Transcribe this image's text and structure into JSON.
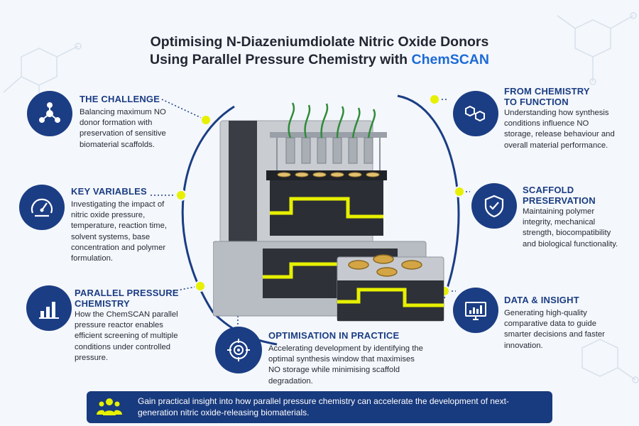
{
  "header": {
    "title_line1": "Optimising N-Diazeniumdiolate Nitric Oxide Donors",
    "title_line2_prefix": "Using Parallel Pressure Chemistry with",
    "title_line2_brand": "ChemSCAN"
  },
  "panels": {
    "challenge": {
      "title": "THE CHALLENGE",
      "text": "Balancing maximum NO donor formation with preservation of sensitive biomaterial scaffolds.",
      "icon": "molecule-icon"
    },
    "key_variables": {
      "title": "KEY VARIABLES",
      "text": "Investigating the impact of nitric oxide pressure, temperature, reaction time, solvent systems, base concentration and polymer formulation.",
      "icon": "gauge-icon"
    },
    "parallel_pressure": {
      "title_line1": "PARALLEL PRESSURE",
      "title_line2": "CHEMISTRY",
      "text": "How the ChemSCAN parallel pressure reactor enables efficient screening of multiple conditions under controlled pressure.",
      "icon": "bar-chart-icon"
    },
    "optimisation": {
      "title": "OPTIMISATION IN PRACTICE",
      "text": "Accelerating development by identifying the optimal synthesis window that maximises NO storage while minimising scaffold degradation.",
      "icon": "target-icon"
    },
    "chemistry_function": {
      "title_line1": "FROM CHEMISTRY",
      "title_line2": "TO FUNCTION",
      "text": "Understanding how synthesis conditions influence NO storage, release behaviour and overall material performance.",
      "icon": "hexagon-rings-icon"
    },
    "scaffold": {
      "title_line1": "SCAFFOLD",
      "title_line2": "PRESERVATION",
      "text": "Maintaining polymer integrity, mechanical strength, biocompatibility and biological functionality.",
      "icon": "shield-check-icon"
    },
    "data_insight": {
      "title": "DATA & INSIGHT",
      "text": "Generating high-quality comparative data to guide smarter decisions and faster innovation.",
      "icon": "monitor-chart-icon"
    }
  },
  "footer": {
    "text": "Gain practical insight into how parallel pressure chemistry can accelerate the development of next-generation nitric oxide-releasing biomaterials.",
    "icon": "people-group-icon"
  },
  "colors": {
    "navy": "#1b3d84",
    "accent_blue": "#1d6ad6",
    "highlight_yellow": "#e7f000",
    "footer_bg": "#183a7e",
    "background": "#f4f7fb"
  }
}
